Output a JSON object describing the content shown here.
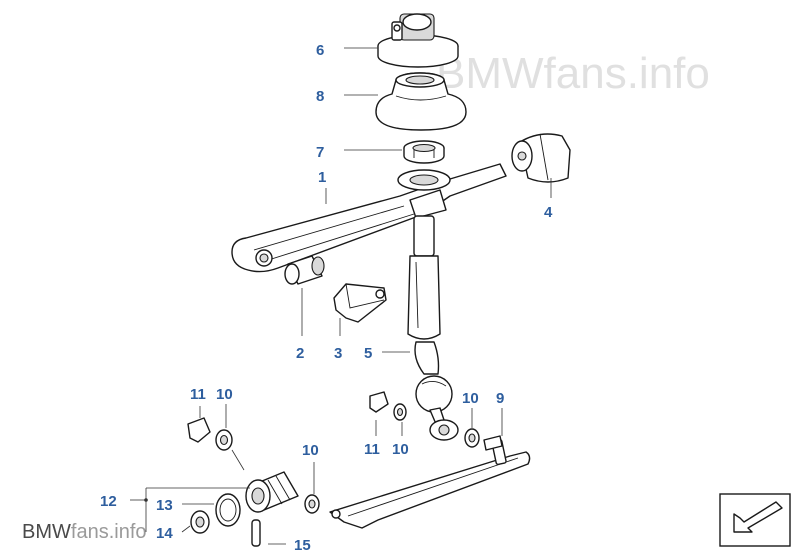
{
  "watermark_top": "BMWfans.info",
  "watermark_bottom_bold": "BMW",
  "watermark_bottom_light": "fans.info",
  "callouts": {
    "c1": "1",
    "c2": "2",
    "c3": "3",
    "c4": "4",
    "c5": "5",
    "c6": "6",
    "c7": "7",
    "c8": "8",
    "c9": "9",
    "c10a": "10",
    "c10b": "10",
    "c10c": "10",
    "c10d": "10",
    "c11a": "11",
    "c11b": "11",
    "c12": "12",
    "c13": "13",
    "c14": "14",
    "c15": "15"
  },
  "colors": {
    "callout": "#2e5e9e",
    "line": "#1a1a1a"
  },
  "icons": {
    "nav": "corner-arrow-icon"
  }
}
